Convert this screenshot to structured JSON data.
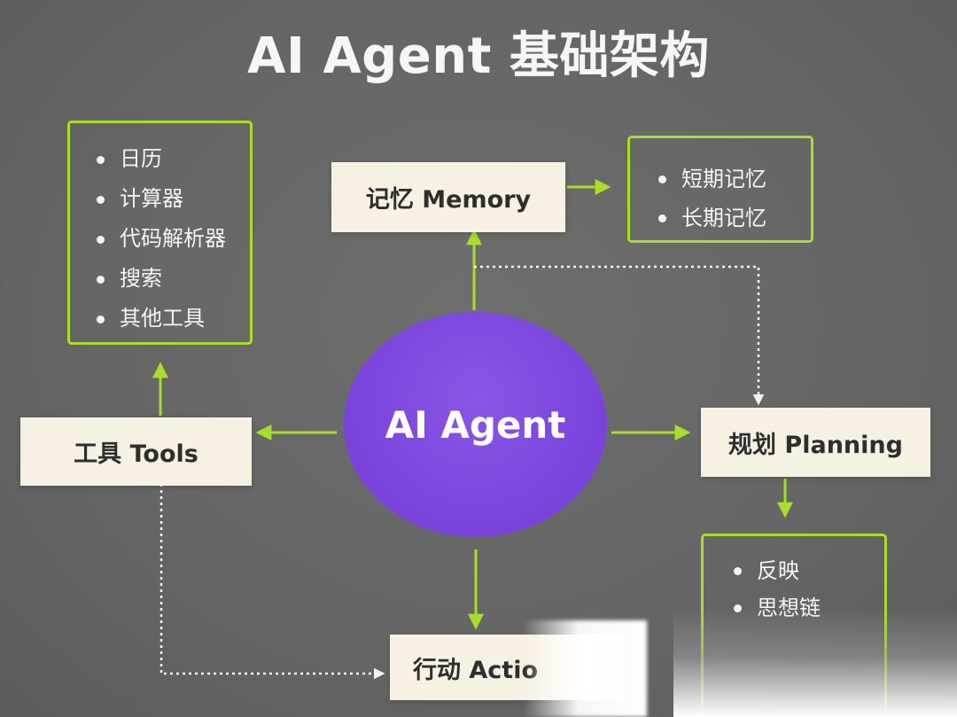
{
  "title": "AI Agent 基础架构",
  "center": {
    "label": "AI Agent",
    "color": "#7c45dd"
  },
  "nodes": {
    "memory": "记忆 Memory",
    "tools": "工具 Tools",
    "planning": "规划 Planning",
    "action": "行动 Actio"
  },
  "lists": {
    "tools": [
      "日历",
      "计算器",
      "代码解析器",
      "搜索",
      "其他工具"
    ],
    "memory": [
      "短期记忆",
      "长期记忆"
    ],
    "planning": [
      "反映",
      "思想链"
    ]
  },
  "colors": {
    "accent": "#a6de2a",
    "node_fill": "#f7f1e4",
    "background": "#666666",
    "dotted_line": "#f4f4f4"
  }
}
